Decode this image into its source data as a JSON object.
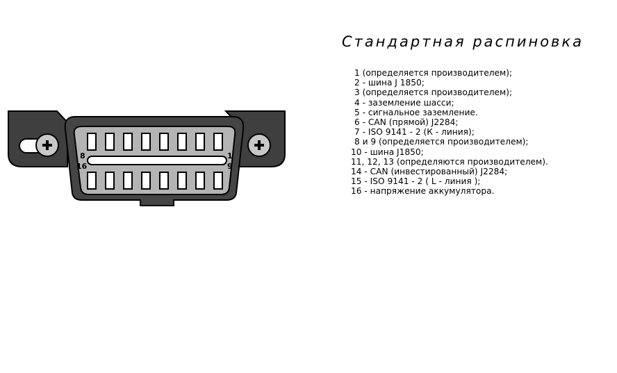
{
  "title": "Стандартная распиновка",
  "pin_labels": {
    "top_left": "8",
    "top_right": "1",
    "bottom_left": "16",
    "bottom_right": "9"
  },
  "pins": [
    "1 (определяется производителем);",
    "2 - шина J 1850;",
    "3 (определяется производителем);",
    "4 - заземление шасси;",
    "5 - сигнальное заземление.",
    "6 - CAN (прямой) J2284;",
    "7 - ISO 9141 - 2 (К - линия);",
    "8 и 9 (определяется производителем);",
    "10 - шина J1850;",
    "11, 12, 13 (определяются производителем).",
    "14 - CAN (инвестированный) J2284;",
    "15 - ISO 9141 - 2 ( L - линия );",
    "16 - напряжение аккумулятора."
  ],
  "pin_indent": [
    1,
    1,
    1,
    1,
    1,
    1,
    1,
    1,
    0,
    0,
    0,
    0,
    0
  ],
  "colors": {
    "housing": "#454545",
    "flange": "#2a2a2a",
    "face": "#b4b4b4",
    "pin": "#ffffff",
    "outline": "#000000"
  }
}
